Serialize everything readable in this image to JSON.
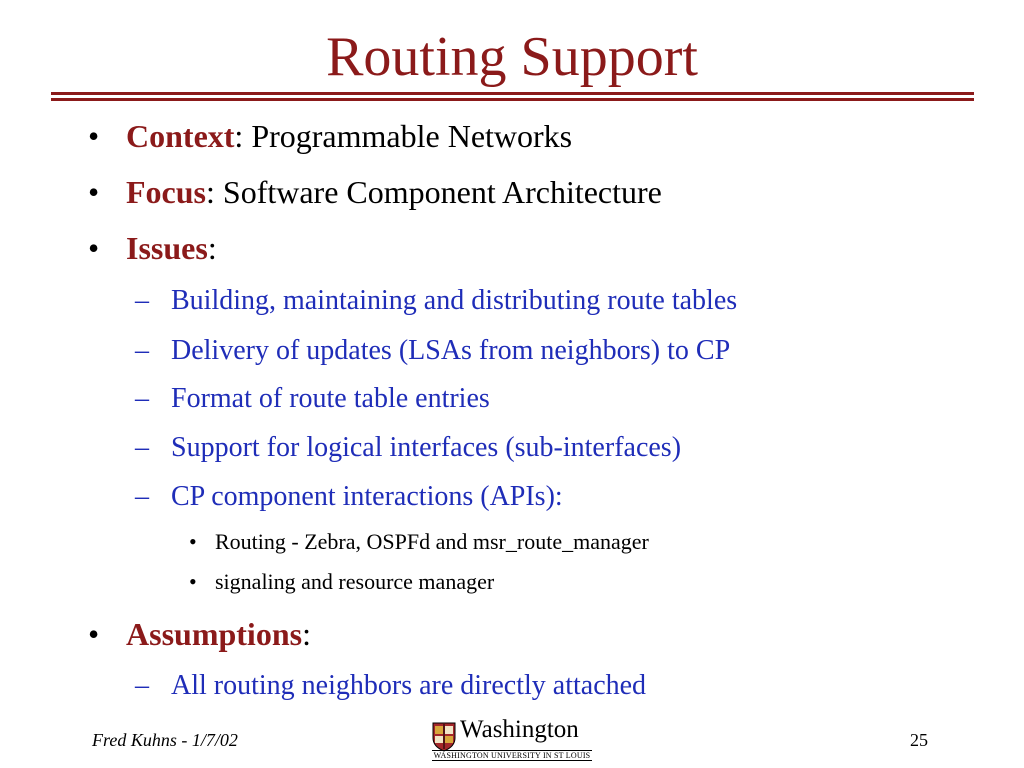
{
  "slide": {
    "title": "Routing Support",
    "colors": {
      "accent": "#8b1a1a",
      "sub_text": "#1f2db8",
      "text": "#000000"
    }
  },
  "content": {
    "bullet1": {
      "keyword": "Context",
      "rest": ": Programmable Networks"
    },
    "bullet2": {
      "keyword": "Focus",
      "rest": ": Software Component Architecture"
    },
    "bullet3": {
      "keyword": "Issues",
      "rest": ":",
      "subitems": [
        "Building, maintaining and distributing route tables",
        "Delivery of updates (LSAs from neighbors) to CP",
        "Format of route table entries",
        "Support for logical interfaces (sub-interfaces)",
        "CP component interactions (APIs):"
      ],
      "subsubitems": [
        "Routing - Zebra, OSPFd and msr_route_manager",
        "signaling and resource manager"
      ]
    },
    "bullet4": {
      "keyword": "Assumptions",
      "rest": ":",
      "subitems": [
        "All routing neighbors are directly attached"
      ]
    }
  },
  "footer": {
    "author_date": "Fred Kuhns - 1/7/02",
    "logo_name": "Washington",
    "logo_subline": "WASHINGTON UNIVERSITY IN ST LOUIS",
    "logo_icon": "university-shield-icon",
    "page_number": "25"
  }
}
